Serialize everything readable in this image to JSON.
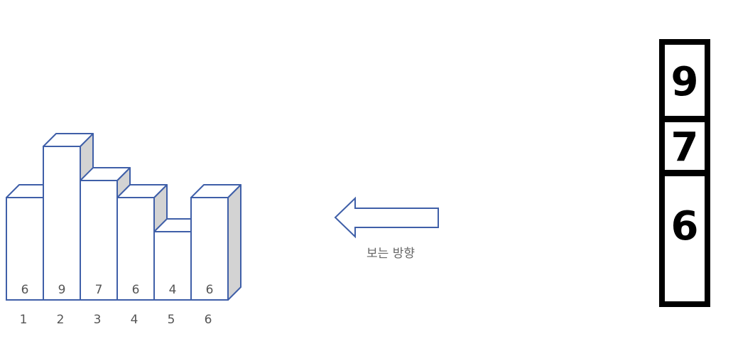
{
  "diagram": {
    "buildings": [
      {
        "index_label": "1",
        "height_label": "6",
        "height": 6
      },
      {
        "index_label": "2",
        "height_label": "9",
        "height": 9
      },
      {
        "index_label": "3",
        "height_label": "7",
        "height": 7
      },
      {
        "index_label": "4",
        "height_label": "6",
        "height": 6
      },
      {
        "index_label": "5",
        "height_label": "4",
        "height": 4
      },
      {
        "index_label": "6",
        "height_label": "6",
        "height": 6
      }
    ],
    "arrow_label": "보는 방향",
    "view_stack": [
      "9",
      "7",
      "6"
    ],
    "colors": {
      "outline": "#3f5fa8",
      "side_shade": "#d3d3d3",
      "front_fill": "#ffffff",
      "stack_border": "#000000"
    }
  }
}
